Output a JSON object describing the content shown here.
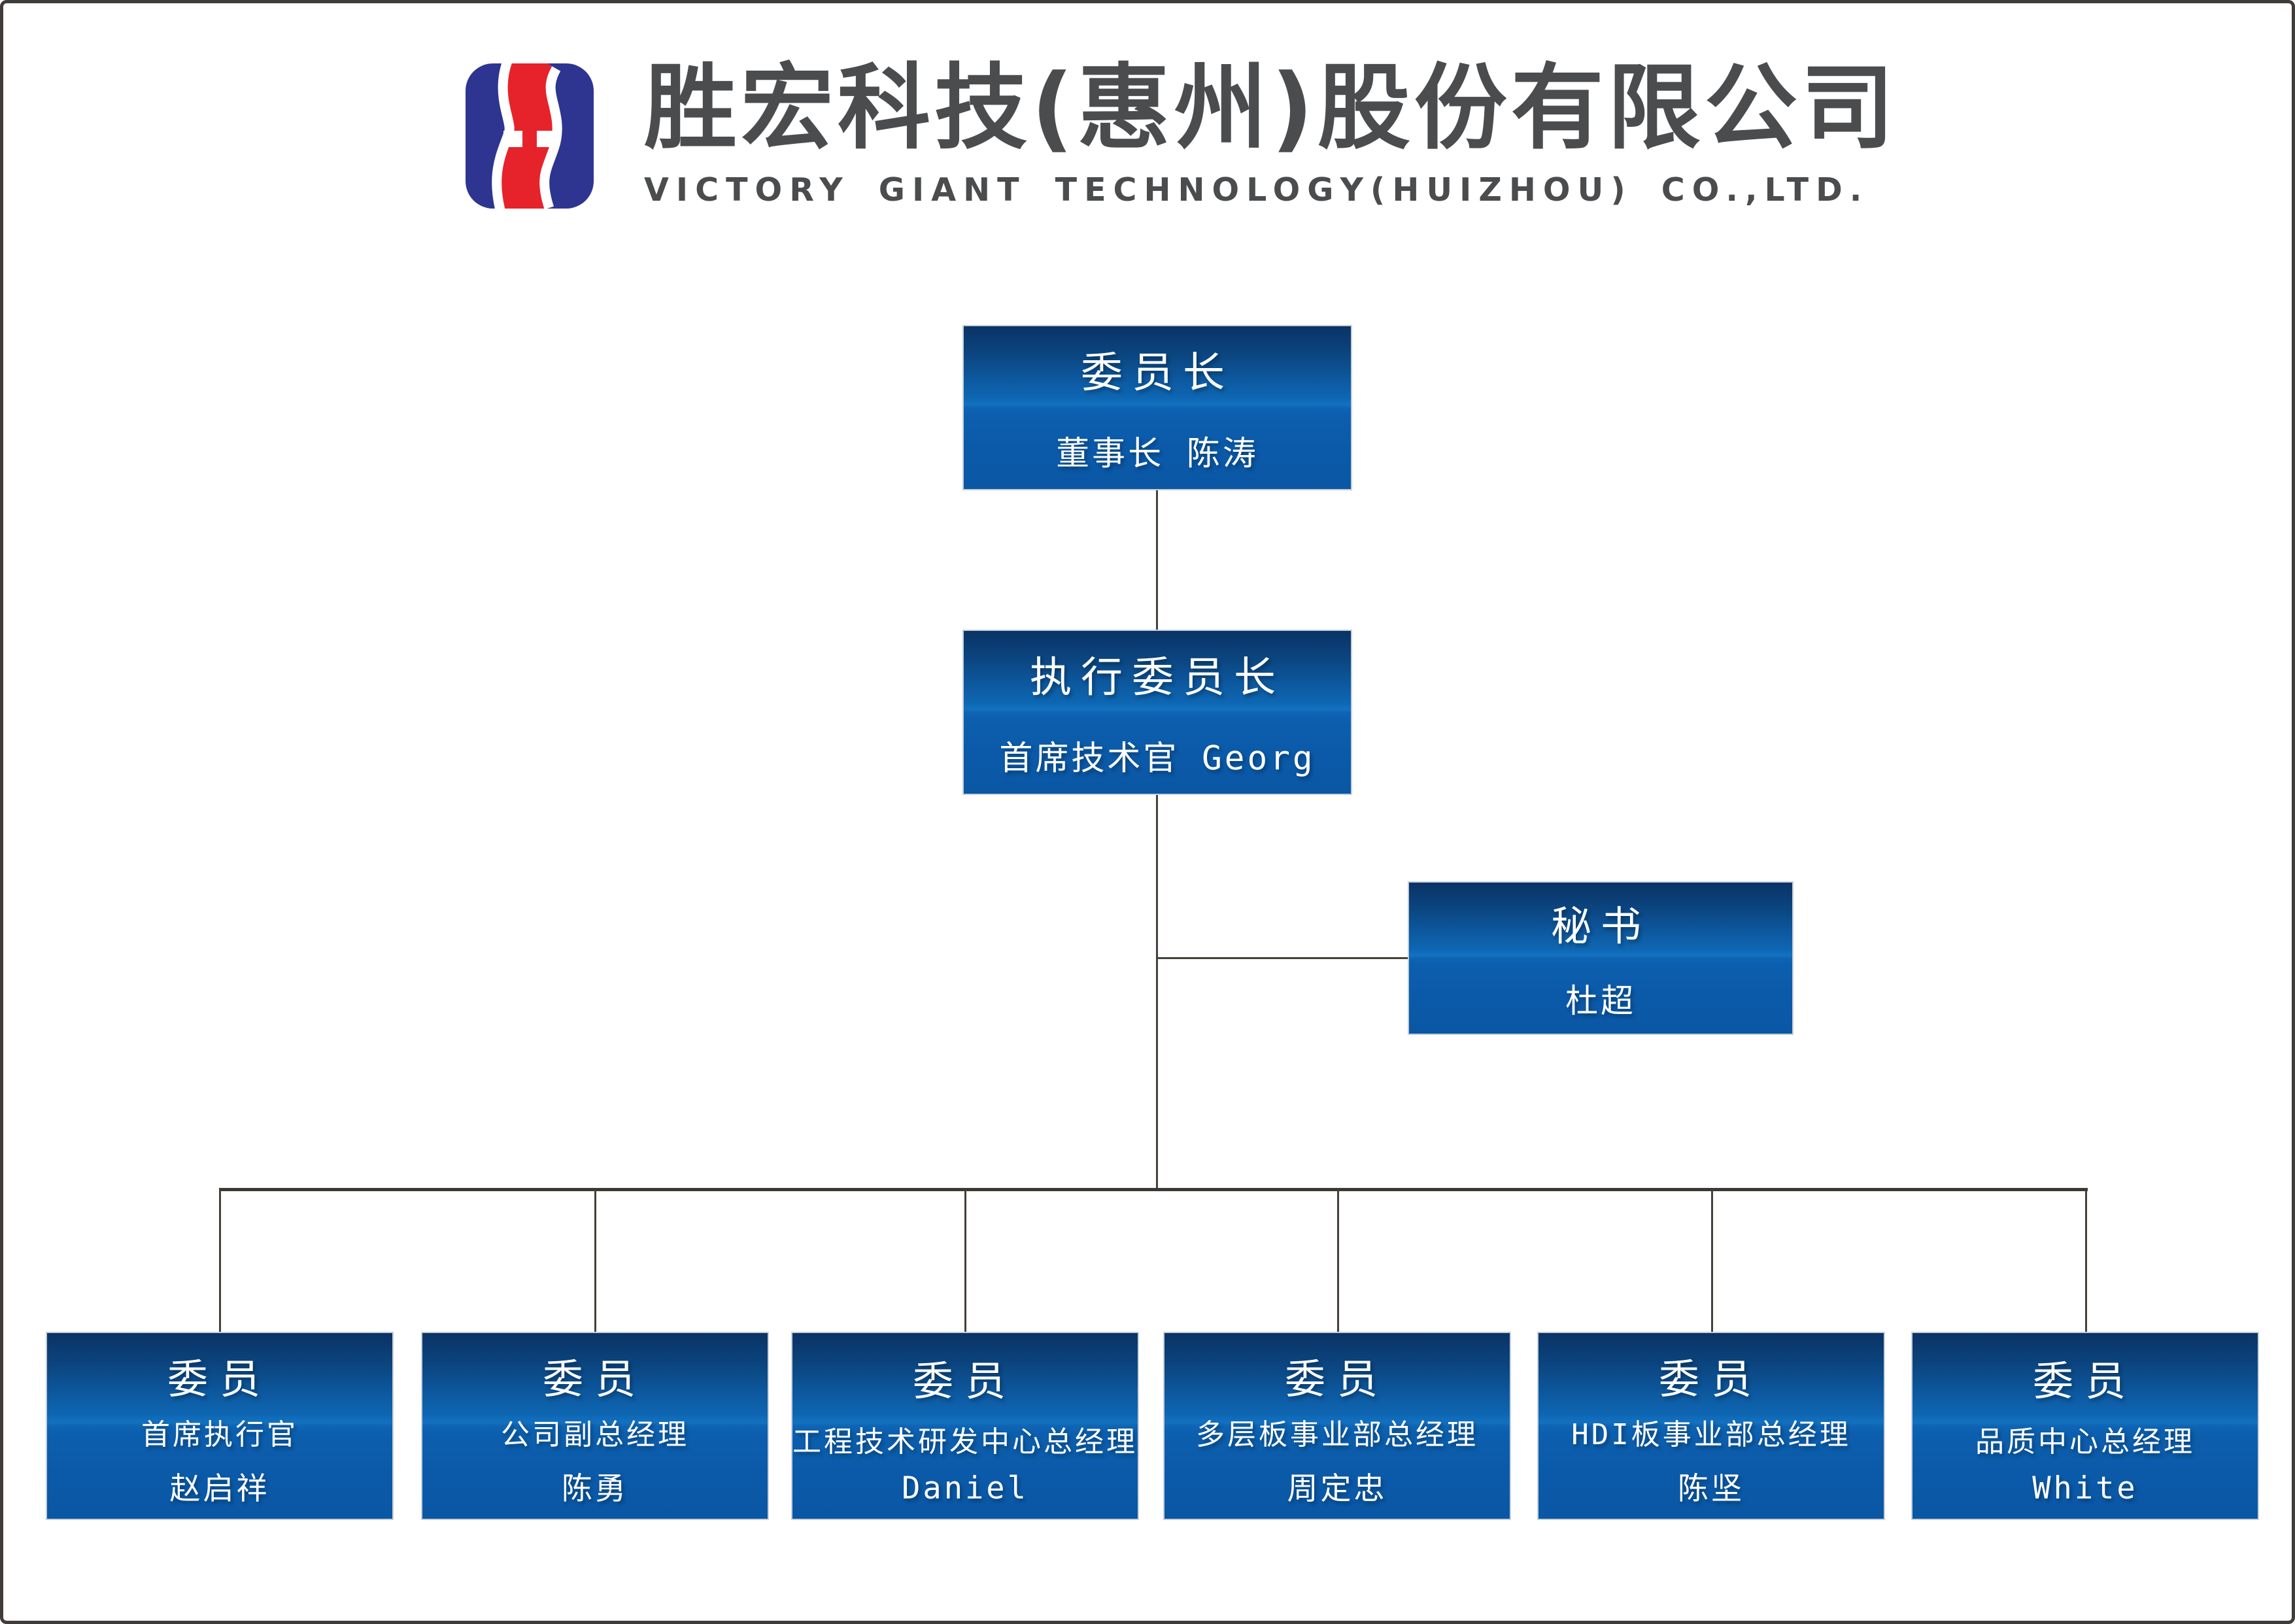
{
  "header": {
    "logo": {
      "label": "victory-giant-logo",
      "navy": "#2d3591",
      "red": "#e6232a",
      "white": "#ffffff"
    },
    "company_name_zh": "胜宏科技(惠州)股份有限公司",
    "company_name_en": "VICTORY GIANT TECHNOLOGY(HUIZHOU) CO.,LTD.",
    "text_color": "#4b4c4e"
  },
  "chart": {
    "box_gradient_top": "#0a3365",
    "box_gradient_bottom": "#0a57a4",
    "connector_color": "#474038",
    "nodes": {
      "chairman": {
        "title": "委员长",
        "line1": "董事长 陈涛"
      },
      "exec_chairman": {
        "title": "执行委员长",
        "line1": "首席技术官 Georg"
      },
      "secretary": {
        "title": "秘书",
        "line1": "杜超"
      },
      "member1": {
        "title": "委员",
        "line1": "首席执行官",
        "line2": "赵启祥"
      },
      "member2": {
        "title": "委员",
        "line1": "公司副总经理",
        "line2": "陈勇"
      },
      "member3": {
        "title": "委员",
        "line1": "工程技术研发中心总经理",
        "line2": "Daniel"
      },
      "member4": {
        "title": "委员",
        "line1": "多层板事业部总经理",
        "line2": "周定忠"
      },
      "member5": {
        "title": "委员",
        "line1": "HDI板事业部总经理",
        "line2": "陈坚"
      },
      "member6": {
        "title": "委员",
        "line1": "品质中心总经理",
        "line2": "White"
      }
    }
  }
}
